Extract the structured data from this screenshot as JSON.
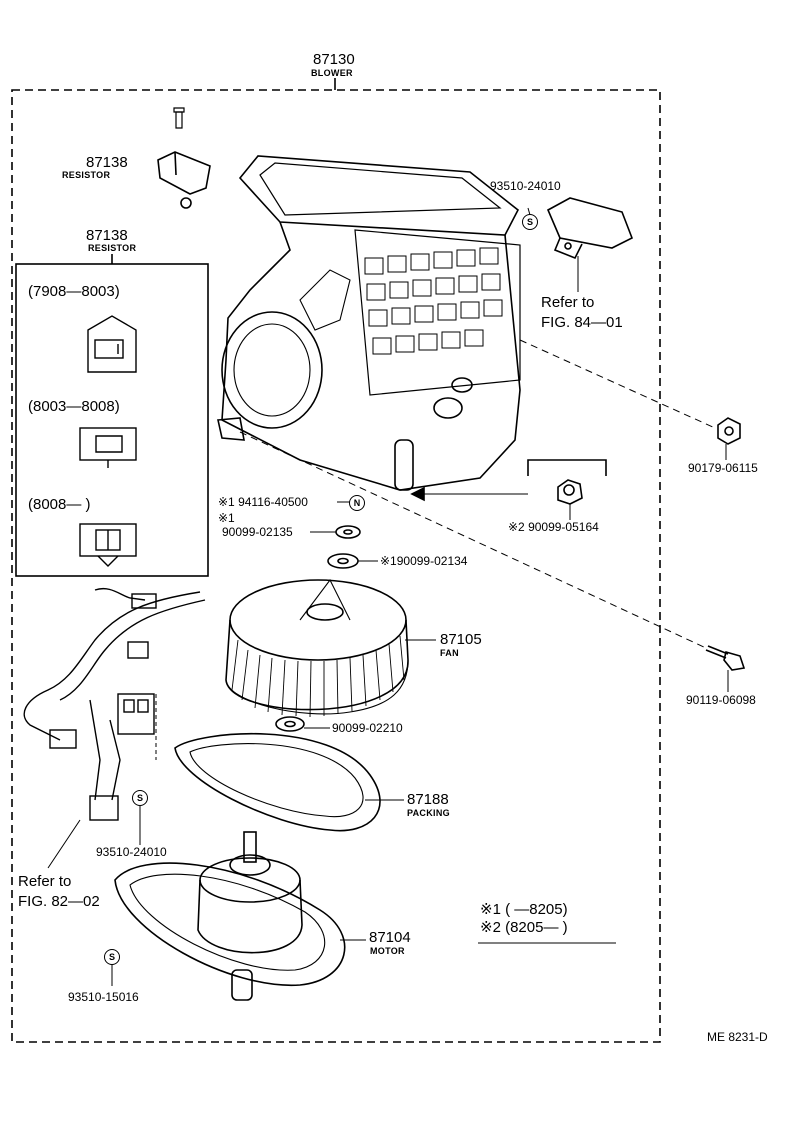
{
  "assembly": {
    "part": "87130",
    "name": "BLOWER"
  },
  "resistor_top": {
    "part": "87138",
    "name": "RESISTOR"
  },
  "resistor_box": {
    "part": "87138",
    "name": "RESISTOR",
    "variants": [
      "(7908—8003)",
      "(8003—8008)",
      "(8008—        )"
    ]
  },
  "screw_a": {
    "part": "93510-24010",
    "mark": "S"
  },
  "ref_fig_84": {
    "line1": "Refer to",
    "line2": "FIG. 84—01"
  },
  "nut_right": {
    "part": "90179-06115"
  },
  "nut_n": {
    "part": "※1 94116-40500",
    "mark": "N"
  },
  "washer_1": {
    "prefix": "※1",
    "part": "90099-02135"
  },
  "washer_2": {
    "part": "※190099-02134"
  },
  "nut_2": {
    "part": "※2 90099-05164"
  },
  "fan": {
    "part": "87105",
    "name": "FAN"
  },
  "bolt_right": {
    "part": "90119-06098"
  },
  "washer_3": {
    "part": "90099-02210"
  },
  "packing": {
    "part": "87188",
    "name": "PACKING"
  },
  "screw_b": {
    "part": "93510-24010",
    "mark": "S"
  },
  "ref_fig_82": {
    "line1": "Refer to",
    "line2": "FIG. 82—02"
  },
  "motor": {
    "part": "87104",
    "name": "MOTOR"
  },
  "screw_c": {
    "part": "93510-15016",
    "mark": "S"
  },
  "notes": {
    "line1": "※1 (        —8205)",
    "line2": "※2 (8205—        )"
  },
  "diagram_code": "ME  8231-D"
}
